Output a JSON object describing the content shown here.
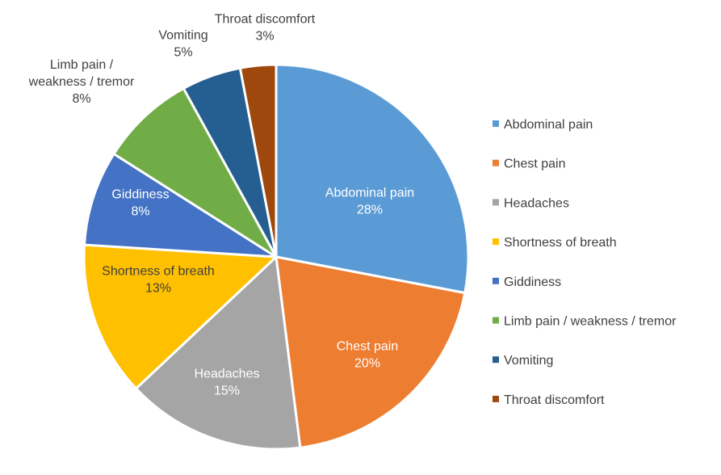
{
  "chart_data": {
    "type": "pie",
    "title": "",
    "categories": [
      "Abdominal pain",
      "Chest pain",
      "Headaches",
      "Shortness of breath",
      "Giddiness",
      "Limb pain / weakness / tremor",
      "Vomiting",
      "Throat discomfort"
    ],
    "values": [
      28,
      20,
      15,
      13,
      8,
      8,
      5,
      3
    ],
    "value_labels": [
      "28%",
      "20%",
      "15%",
      "13%",
      "8%",
      "8%",
      "5%",
      "3%"
    ],
    "slice_labels": [
      [
        "Abdominal pain"
      ],
      [
        "Chest pain"
      ],
      [
        "Headaches"
      ],
      [
        "Shortness of breath"
      ],
      [
        "Giddiness"
      ],
      [
        "Limb pain /",
        "weakness / tremor"
      ],
      [
        "Vomiting"
      ],
      [
        "Throat discomfort"
      ]
    ],
    "colors": [
      "#5B9BD5",
      "#ED7D31",
      "#A5A5A5",
      "#FFC000",
      "#4472C4",
      "#70AD47",
      "#255E91",
      "#9E480E"
    ],
    "legend": {
      "position": "right",
      "entries": [
        "Abdominal pain",
        "Chest pain",
        "Headaches",
        "Shortness of breath",
        "Giddiness",
        "Limb pain / weakness / tremor",
        "Vomiting",
        "Throat discomfort"
      ]
    }
  }
}
